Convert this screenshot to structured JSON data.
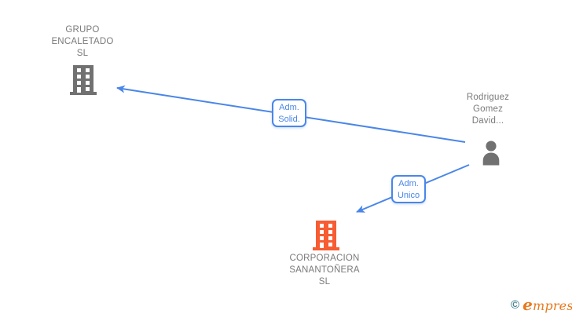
{
  "colors": {
    "edge": "#4a86e8",
    "company_gray": "#717171",
    "company_orange": "#f75c32",
    "label_text": "#7a7a7a",
    "logo_copyright": "#47808e",
    "logo_brand": "#e8791d"
  },
  "nodes": {
    "grupo": {
      "type": "company",
      "lines": [
        "GRUPO",
        "ENCALETADO",
        "SL"
      ]
    },
    "rodriguez": {
      "type": "person",
      "lines": [
        "Rodriguez",
        "Gomez",
        "David..."
      ]
    },
    "corporacion": {
      "type": "company",
      "lines": [
        "CORPORACION",
        "SANANTOÑERA",
        "SL"
      ]
    }
  },
  "edges": {
    "solid": {
      "lines": [
        "Adm.",
        "Solid."
      ],
      "from": "rodriguez",
      "to": "grupo"
    },
    "unico": {
      "lines": [
        "Adm.",
        "Unico"
      ],
      "from": "rodriguez",
      "to": "corporacion"
    }
  },
  "footer": {
    "copyright": "©",
    "brand_initial": "e",
    "brand_rest": "mpresia"
  }
}
